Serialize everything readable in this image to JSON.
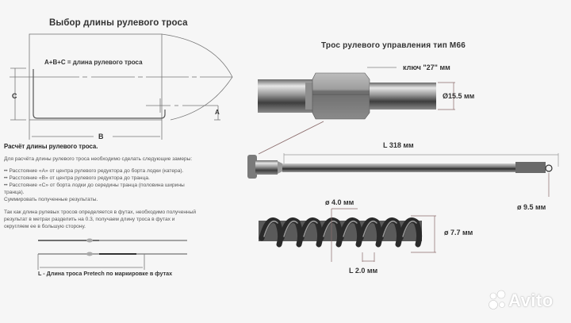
{
  "left_panel": {
    "title": "Выбор длины рулевого троса",
    "formula": "A+B+C = длина рулевого троса",
    "dimensions": {
      "a": "A",
      "b": "B",
      "c": "C"
    },
    "calculation": {
      "title": "Расчёт длины рулевого троса.",
      "intro": "Для расчёта длины рулевого троса необходимо сделать следующие замеры:",
      "steps": [
        "•• Расстояние «A» от центра рулевого редуктора до борта лодки (катера).",
        "•• Расстояние «B» от центра рулевого редуктора до транца.",
        "•• Расстояние «C» от борта лодки до середины транца (половина ширины",
        "транца)."
      ],
      "sum": "Суммировать полученные результаты.",
      "conversion": [
        "Так как длина рулевых тросов определяется в футах, необходимо полученный",
        "результат в метрах разделить на 0.3, получаем длину троса в футах и",
        "округляем ее в большую сторону."
      ]
    },
    "marking_caption": "L - Длина троса Pretech по маркировке в футах"
  },
  "right_panel": {
    "title": "Трос рулевого управления тип M66",
    "specs": {
      "wrench": "ключ \"27\" мм",
      "outer_diameter": "Ø15.5 мм",
      "rod_length": "L 318 мм",
      "rod_eye_diameter": "ø 9.5 мм",
      "wire_diameter": "ø 4.0 мм",
      "core_diameter": "ø 7.7 мм",
      "pitch": "L 2.0 мм"
    }
  },
  "watermark": "Avito",
  "colors": {
    "background": "#f6f6f6",
    "line": "#666666",
    "metal_light": "#d8d8d8",
    "metal_dark": "#4a4a4a",
    "dim_line": "#8a6a6a"
  }
}
